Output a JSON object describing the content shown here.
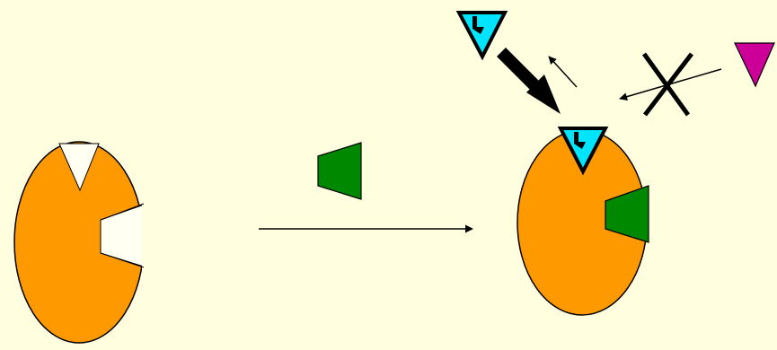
{
  "diagram": {
    "type": "allosteric-binding-schematic",
    "colors": {
      "background": "#FFFFE0",
      "enzyme": "#FF9900",
      "site_empty": "#FFFFF2",
      "activator": "#008800",
      "substrate_match": "#00E5FF",
      "substrate_nonmatch": "#CC0099",
      "stroke": "#000000"
    },
    "icons": {
      "transition_arrow": "long-right-arrow",
      "binding_arrow": "thick-arrow",
      "blocked": "x-cross"
    },
    "states": [
      {
        "id": "inactive-enzyme",
        "allosteric_site": "empty",
        "active_site": "empty"
      },
      {
        "id": "active-enzyme",
        "allosteric_site": "activator-bound",
        "active_site": "substrate-bound"
      }
    ],
    "outcomes": [
      {
        "ligand": "substrate_match",
        "binds": true
      },
      {
        "ligand": "substrate_nonmatch",
        "binds": false
      }
    ]
  }
}
